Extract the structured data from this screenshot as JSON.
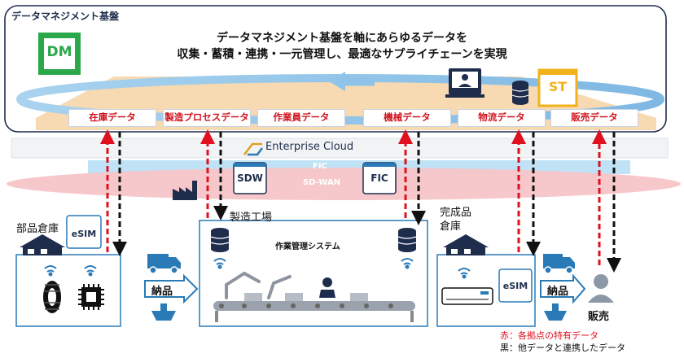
{
  "platform": {
    "title": "データマネジメント基盤",
    "dm_logo": "DM",
    "st_logo": "ST",
    "tagline_1": "データマネジメント基盤を軸にあらゆるデータを",
    "tagline_2": "収集・蓄積・連携・一元管理し、最適なサプライチェーンを実現"
  },
  "data_types": [
    "在庫データ",
    "製造プロセスデータ",
    "作業員データ",
    "機械データ",
    "物流データ",
    "販売データ"
  ],
  "network": {
    "cloud_label": "Enterprise Cloud",
    "fic_label": "FIC",
    "sdwan_label": "SD-WAN",
    "sdw_badge": "SDW",
    "fic_badge": "FIC"
  },
  "sites": {
    "parts_warehouse": "部品倉庫",
    "factory": "製造工場",
    "work_system": "作業管理システム",
    "finished_warehouse_1": "完成品",
    "finished_warehouse_2": "倉庫",
    "esim_label": "eSIM",
    "delivery_label": "納品",
    "sales_label": "販売"
  },
  "legend": {
    "red": "赤：各拠点の特有データ",
    "black": "黒：他データと連携したデータ"
  },
  "colors": {
    "navy": "#1f2d4d",
    "red": "#e0101e",
    "blue": "#2a7ab8",
    "dm_green": "#2aa84a",
    "st_yellow": "#f2b21b"
  }
}
